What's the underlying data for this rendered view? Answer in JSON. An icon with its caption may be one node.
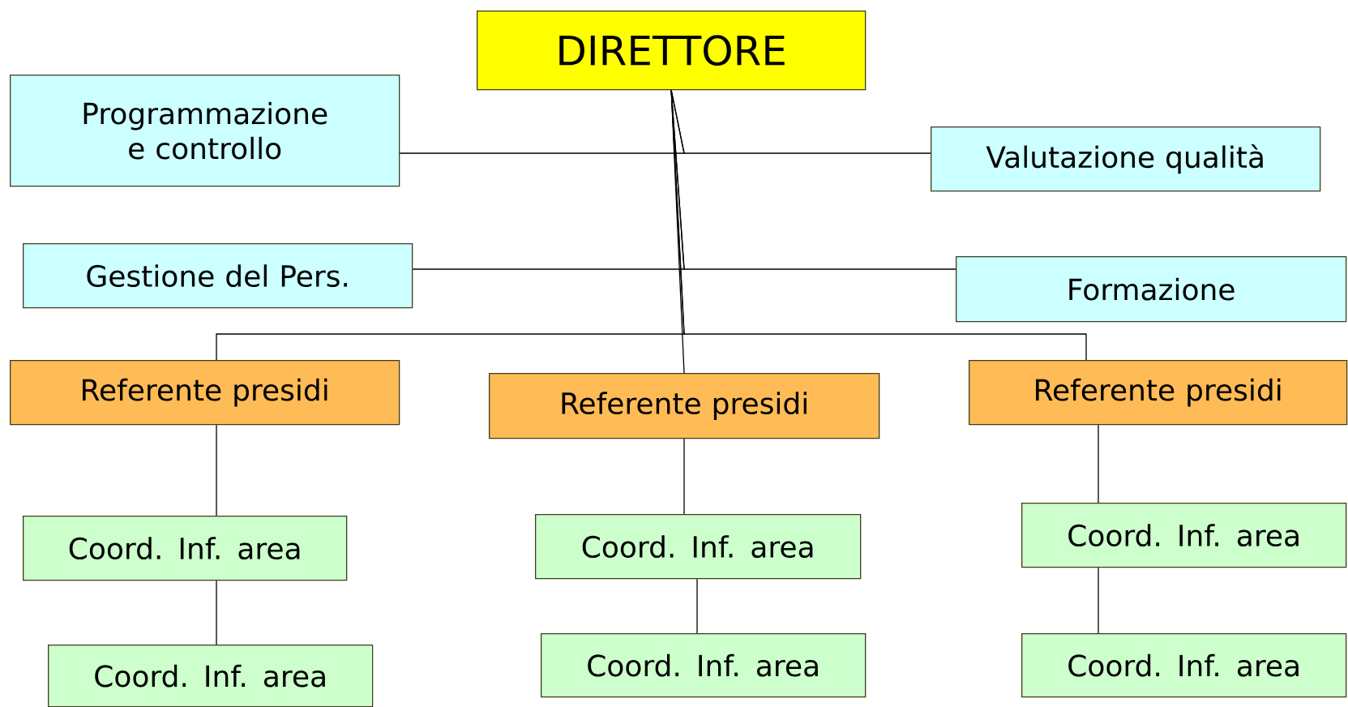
{
  "diagram": {
    "nodes": [
      {
        "text": [
          "DIRETTORE"
        ]
      },
      {
        "text": [
          "Programmazione e controllo"
        ]
      },
      {
        "text": [
          "Valutazione qualità"
        ]
      },
      {
        "text": [
          "Gestione del Pers."
        ]
      },
      {
        "text": [
          "Formazione"
        ]
      },
      {
        "text": [
          "Referente presidi"
        ]
      },
      {
        "text": [
          "Referente presidi"
        ]
      },
      {
        "text": [
          "Referente presidi"
        ]
      },
      {
        "text": [
          "Coord. Inf. area"
        ]
      },
      {
        "text": [
          "Coord. Inf. area"
        ]
      },
      {
        "text": [
          "Coord. Inf. area"
        ]
      },
      {
        "text": [
          "Coord. Inf. area"
        ]
      },
      {
        "text": [
          "Coord. Inf. area"
        ]
      },
      {
        "text": [
          "Coord. Inf. area"
        ]
      }
    ],
    "edges": [
      {
        "from": 0,
        "to": 1,
        "arrow": "none"
      },
      {
        "from": 0,
        "to": 2,
        "arrow": "none"
      },
      {
        "from": 0,
        "to": 3,
        "arrow": "none"
      },
      {
        "from": 0,
        "to": 4,
        "arrow": "none"
      },
      {
        "from": 0,
        "to": 5,
        "arrow": "none"
      },
      {
        "from": 0,
        "to": 6,
        "arrow": "none"
      },
      {
        "from": 0,
        "to": 7,
        "arrow": "none"
      },
      {
        "from": 5,
        "to": 8,
        "arrow": "none"
      },
      {
        "from": 8,
        "to": 9,
        "arrow": "none"
      },
      {
        "from": 6,
        "to": 10,
        "arrow": "none"
      },
      {
        "from": 10,
        "to": 11,
        "arrow": "none"
      },
      {
        "from": 7,
        "to": 12,
        "arrow": "none"
      },
      {
        "from": 12,
        "to": 13,
        "arrow": "none"
      }
    ]
  }
}
